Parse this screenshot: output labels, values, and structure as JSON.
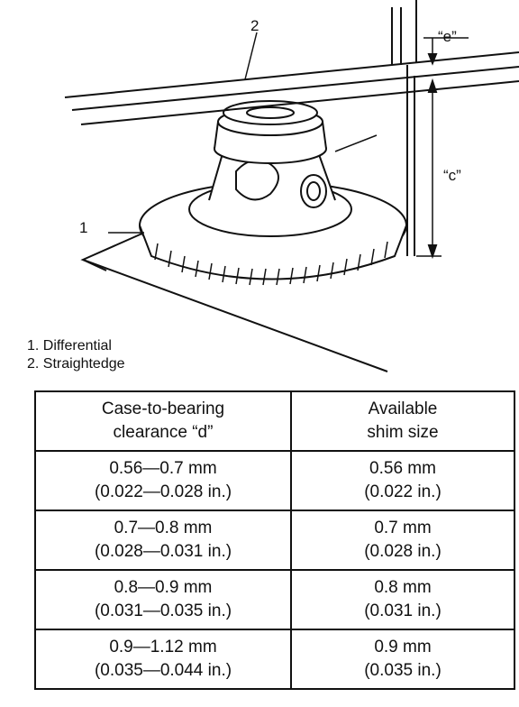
{
  "figure": {
    "callouts": {
      "one": "1",
      "two": "2",
      "e": "“e”",
      "c": "“c”"
    }
  },
  "legend": [
    "1. Differential",
    "2. Straightedge"
  ],
  "table": {
    "headers": [
      [
        "Case-to-bearing",
        "clearance “d”"
      ],
      [
        "Available",
        "shim size"
      ]
    ],
    "rows": [
      [
        [
          "0.56—0.7 mm",
          "(0.022—0.028 in.)"
        ],
        [
          "0.56 mm",
          "(0.022 in.)"
        ]
      ],
      [
        [
          "0.7—0.8 mm",
          "(0.028—0.031 in.)"
        ],
        [
          "0.7 mm",
          "(0.028 in.)"
        ]
      ],
      [
        [
          "0.8—0.9 mm",
          "(0.031—0.035 in.)"
        ],
        [
          "0.8 mm",
          "(0.031 in.)"
        ]
      ],
      [
        [
          "0.9—1.12 mm",
          "(0.035—0.044 in.)"
        ],
        [
          "0.9 mm",
          "(0.035 in.)"
        ]
      ]
    ]
  }
}
